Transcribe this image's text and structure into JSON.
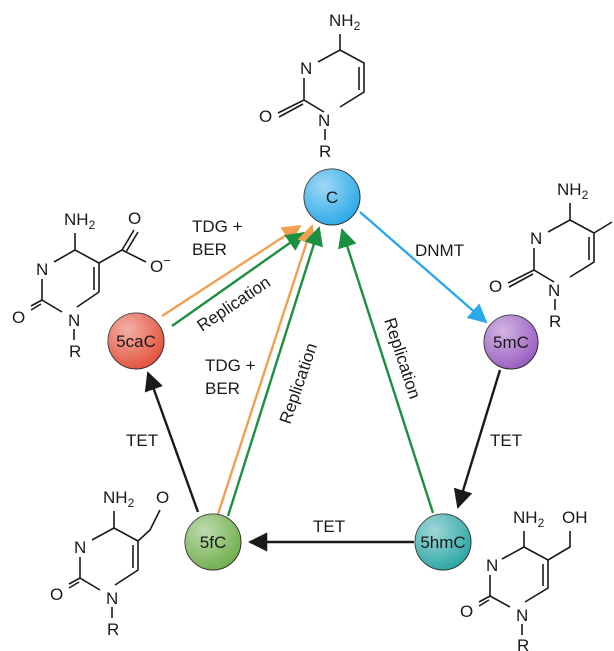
{
  "nodes": {
    "c": {
      "label": "C",
      "color": "#2aa9e8"
    },
    "fivemc": {
      "label": "5mC",
      "color": "#9a5cc0"
    },
    "fivehmc": {
      "label": "5hmC",
      "color": "#2aa6a4"
    },
    "fivefc": {
      "label": "5fC",
      "color": "#6fae4a"
    },
    "fivecac": {
      "label": "5caC",
      "color": "#e3503a"
    }
  },
  "edges": {
    "dnmt": "DNMT",
    "tet_5mc_5hmc": "TET",
    "tet_5hmc_5fc": "TET",
    "tet_5fc_5cac": "TET",
    "tdg_top_line1": "TDG +",
    "tdg_top_line2": "BER",
    "tdg_mid_line1": "TDG +",
    "tdg_mid_line2": "BER",
    "repl_5cac": "Replication",
    "repl_5fc": "Replication",
    "repl_5hmc": "Replication"
  },
  "edge_colors": {
    "dnmt": "#2aa9e8",
    "tet": "#1a1a1a",
    "tdg": "#f0a050",
    "replication": "#1a9040"
  },
  "atoms": {
    "nh2": "NH",
    "nh2_sub": "2",
    "n": "N",
    "o": "O",
    "r": "R",
    "o_minus": "O",
    "minus": "−",
    "oh": "OH"
  }
}
